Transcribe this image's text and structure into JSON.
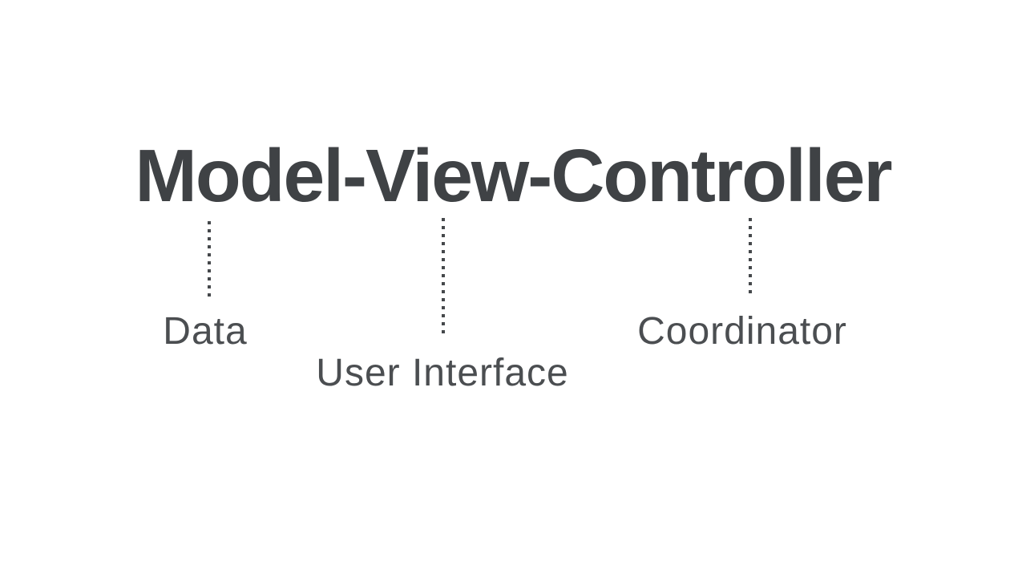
{
  "slide": {
    "title": "Model-View-Controller",
    "background_color": "#ffffff",
    "title_color": "#3f4245",
    "label_color": "#4b4e51",
    "connector_dot_color": "#45484b"
  },
  "labels": [
    {
      "term": "Model",
      "meaning": "Data"
    },
    {
      "term": "View",
      "meaning": "User Interface"
    },
    {
      "term": "Controller",
      "meaning": "Coordinator"
    }
  ]
}
